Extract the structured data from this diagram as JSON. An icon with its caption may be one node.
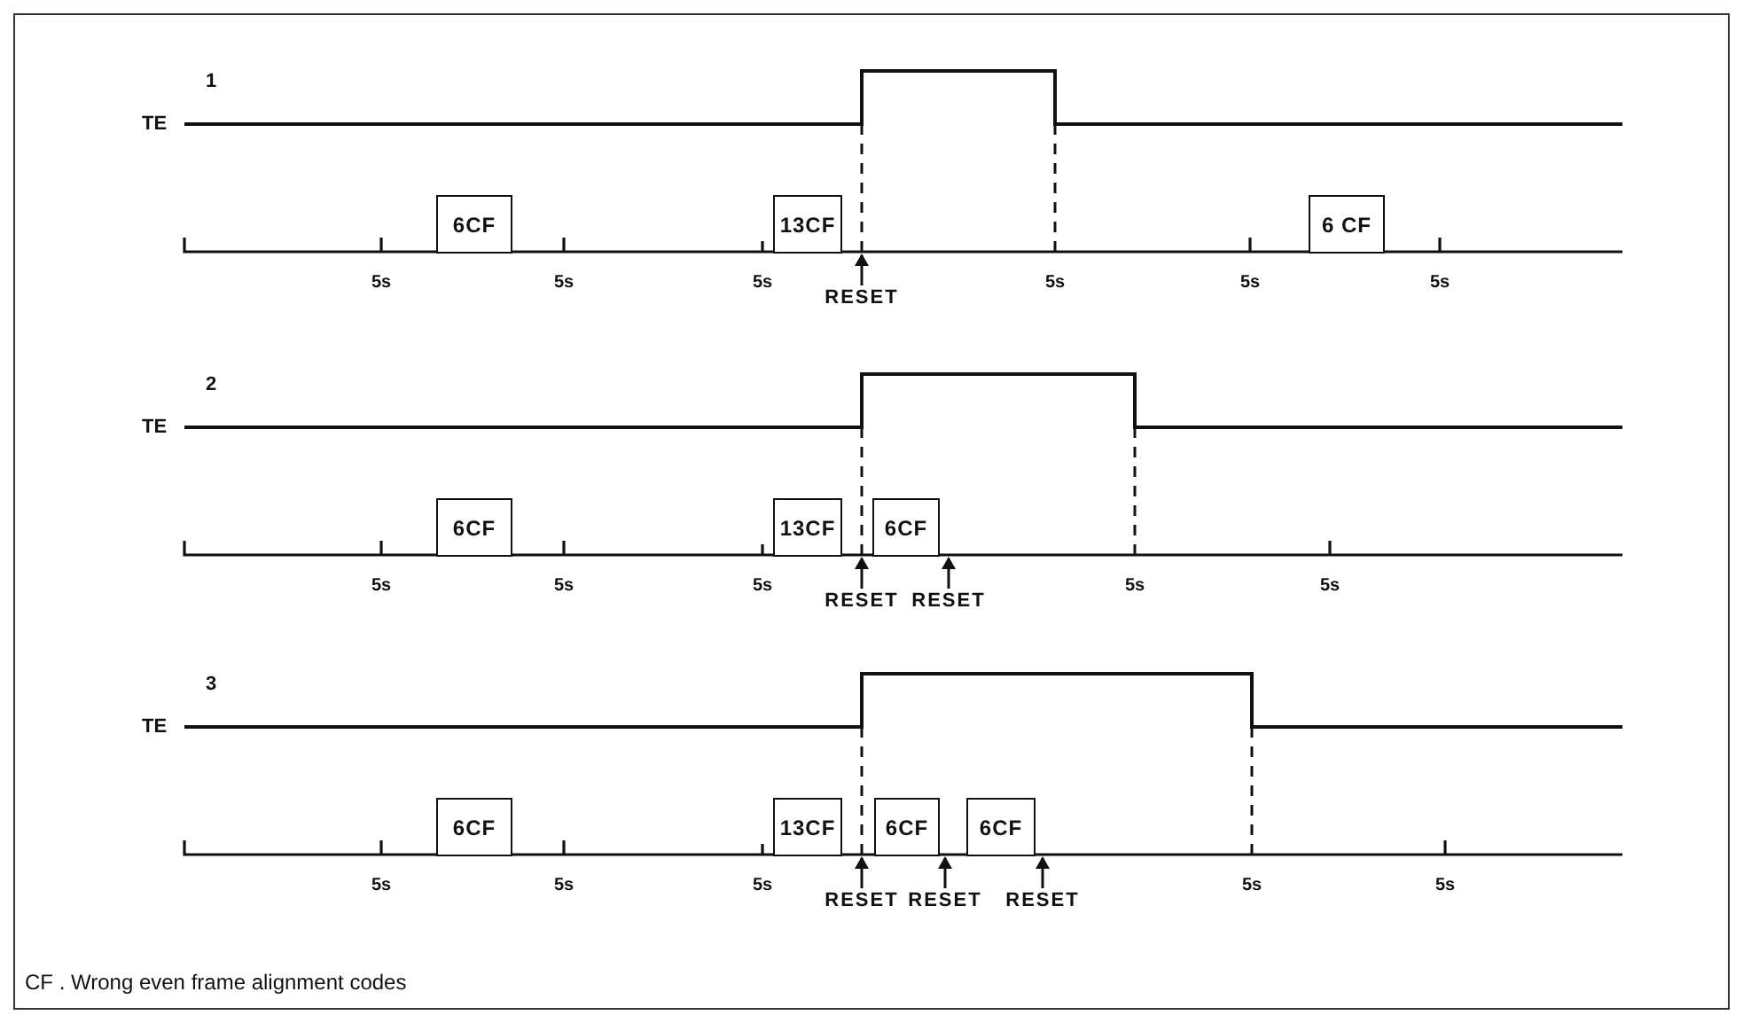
{
  "diagram": {
    "caption": "CF . Wrong even frame alignment codes",
    "nodes": [
      {
        "text": [
          "6CF"
        ]
      },
      {
        "text": [
          "13CF"
        ]
      },
      {
        "text": [
          "6 CF"
        ]
      },
      {
        "text": [
          "RESET"
        ]
      },
      {
        "text": [
          "6CF"
        ]
      },
      {
        "text": [
          "13CF"
        ]
      },
      {
        "text": [
          "6CF"
        ]
      },
      {
        "text": [
          "RESET"
        ]
      },
      {
        "text": [
          "RESET"
        ]
      },
      {
        "text": [
          "6CF"
        ]
      },
      {
        "text": [
          "13CF"
        ]
      },
      {
        "text": [
          "6CF"
        ]
      },
      {
        "text": [
          "6CF"
        ]
      },
      {
        "text": [
          "RESET"
        ]
      },
      {
        "text": [
          "RESET"
        ]
      },
      {
        "text": [
          "RESET"
        ]
      }
    ],
    "edges": [
      {
        "from": 3,
        "to": null,
        "arrow": "to"
      },
      {
        "from": 7,
        "to": null,
        "arrow": "to"
      },
      {
        "from": 8,
        "to": null,
        "arrow": "to"
      },
      {
        "from": 13,
        "to": null,
        "arrow": "to"
      },
      {
        "from": 14,
        "to": null,
        "arrow": "to"
      },
      {
        "from": 15,
        "to": null,
        "arrow": "to"
      }
    ],
    "labels": [
      "1",
      "TE",
      "5s",
      "5s",
      "5s",
      "5s",
      "5s",
      "5s",
      "2",
      "TE",
      "5s",
      "5s",
      "5s",
      "5s",
      "5s",
      "3",
      "TE",
      "5s",
      "5s",
      "5s",
      "5s",
      "5s"
    ]
  }
}
